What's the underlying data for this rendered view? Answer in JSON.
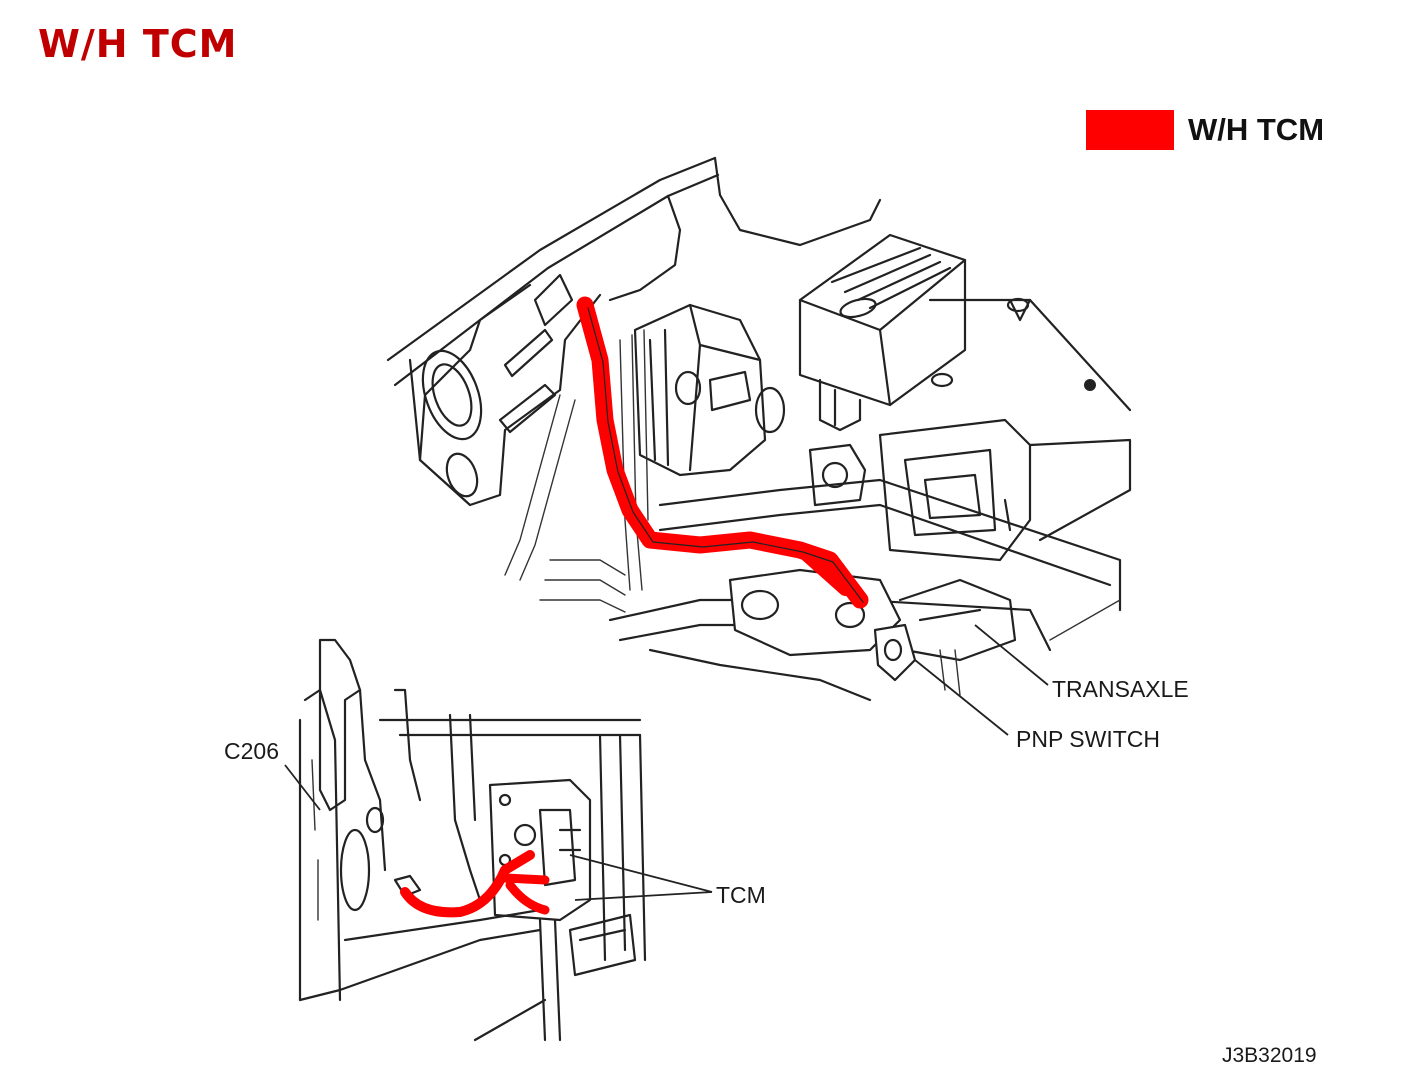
{
  "title": "W/H TCM",
  "legend": {
    "label": "W/H TCM",
    "color": "#ff0000"
  },
  "colors": {
    "harness": "#ff0000",
    "title": "#c00000",
    "line": "#222222"
  },
  "callouts": {
    "transaxle": "TRANSAXLE",
    "pnp_switch": "PNP SWITCH",
    "c206": "C206",
    "tcm": "TCM"
  },
  "figure_code": "J3B32019"
}
